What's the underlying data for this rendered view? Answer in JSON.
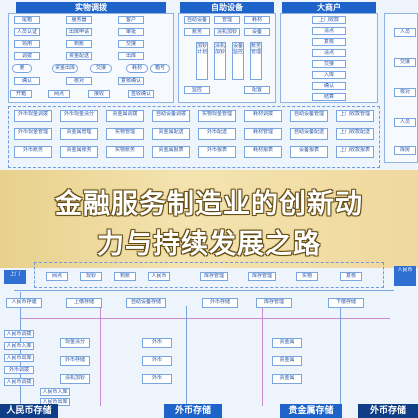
{
  "top": {
    "panels": [
      {
        "title": "实物调拨"
      },
      {
        "title": "自助设备"
      },
      {
        "title": "大商户"
      }
    ],
    "cells_left_row1": [
      "尾箱",
      "服务器",
      "客户"
    ],
    "cells_left_row2": [
      "人员认证",
      "出库申请",
      "审批"
    ],
    "cells_left_row3": [
      "领用",
      "到账",
      "交接"
    ],
    "cells_left_row4": [
      "调拨",
      "资金配送",
      "出库"
    ],
    "cells_left_row5": [
      "确认",
      "核对",
      "复核确认"
    ],
    "cells_left_ovals": [
      "要",
      "资金出库",
      "交接",
      "耗材",
      "箱号"
    ],
    "cells_left_row6": [
      "开箱",
      "网点",
      "接收",
      "签收确认"
    ],
    "cells_mid_grid": [
      "自助设备",
      "管理",
      "耗材",
      "账务",
      "清机加钞",
      "设备",
      "监控",
      "配置"
    ],
    "cells_mid_vert": [
      "加钞计划",
      "清机加钞",
      "设备监控",
      "账务管理"
    ],
    "cells_right": [
      "上门收款",
      "清点",
      "复核",
      "清点",
      "交接",
      "入库",
      "确认",
      "结算"
    ],
    "cells_far_right": [
      "人员",
      "交接",
      "核对",
      "人员",
      "库房"
    ],
    "row_a": [
      "外币现金调拨",
      "外币现金清分",
      "贵金属调拨",
      "自助设备调拨",
      "实物现金管理",
      "耗材调拨",
      "自助设备管理",
      "上门收款管理"
    ],
    "row_b": [
      "外币现金管理",
      "贵金属管理",
      "实物管理",
      "贵金属配送",
      "外币配送",
      "耗材管理",
      "自助设备配送",
      "上门收款配送"
    ],
    "row_c": [
      "外币账务",
      "贵金属账务",
      "实物账务",
      "贵金属报表",
      "外币报表",
      "耗材报表",
      "设备报表",
      "上门收款报表"
    ]
  },
  "banner": {
    "line1": "金融服务制造业的创新动",
    "line2": "力与持续发展之路"
  },
  "bottom": {
    "top_cells": [
      "上门",
      "网点",
      "现钞",
      "到账",
      "人民币",
      "库存管理",
      "库存管理",
      "实物",
      "复核",
      "人民币"
    ],
    "row1": [
      "人民币存储",
      "上缴存储",
      "自助设备存储",
      "外币存储",
      "库存管理",
      "下缴存储"
    ],
    "mid_cells": [
      "现金清分",
      "外币存储",
      "清机加钞",
      "外币",
      "外币",
      "外币",
      "贵金属",
      "贵金属",
      "贵金属"
    ],
    "left_cells": [
      "人民币调拨",
      "人民币入库",
      "人民币出库",
      "外币调拨",
      "人民币调拨",
      "人民币入库",
      "人民币出库"
    ],
    "labels": [
      "人民币存储",
      "外币存储",
      "贵金属存储",
      "外币存储"
    ]
  },
  "colors": {
    "primary": "#1d63c9",
    "cell_border": "#7aa6e0",
    "banner": "#e8ce84",
    "connector": "#c88bd6"
  }
}
